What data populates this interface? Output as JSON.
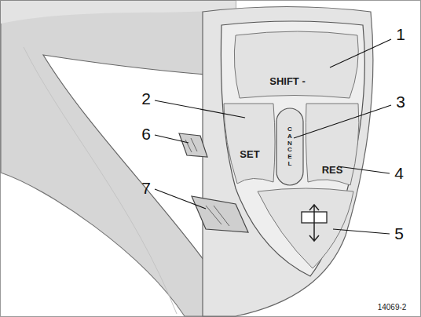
{
  "diagram": {
    "nodes": [
      {
        "text": [
          "SHIFT -"
        ]
      },
      {
        "text": [
          "SET"
        ]
      },
      {
        "text": [
          "CANCEL"
        ]
      },
      {
        "text": [
          "RES"
        ]
      }
    ],
    "labels": [
      "1",
      "2",
      "3",
      "4",
      "5",
      "6",
      "7",
      "14069-2"
    ]
  }
}
